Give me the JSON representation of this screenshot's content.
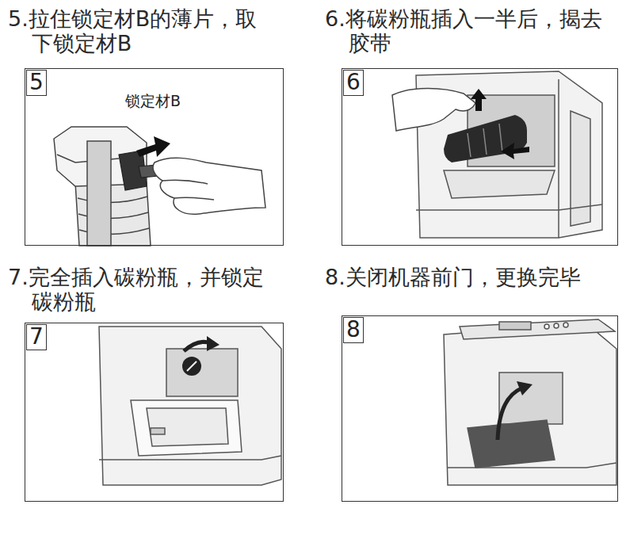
{
  "diagram": {
    "nodes": [
      {
        "text": [
          "5.拉住锁定材B的薄片，取下锁定材B"
        ]
      },
      {
        "text": [
          "5"
        ],
        "in": 0
      },
      {
        "text": [
          "6.将碳粉瓶插入一半后，揭去胶带"
        ]
      },
      {
        "text": [
          "6"
        ],
        "in": 2
      },
      {
        "text": [
          "7.完全插入碳粉瓶，并锁定碳粉瓶"
        ]
      },
      {
        "text": [
          "7"
        ],
        "in": 4
      },
      {
        "text": [
          "8.关闭机器前门，更换完毕"
        ]
      },
      {
        "text": [
          "8"
        ],
        "in": 6
      }
    ],
    "labels": [
      "锁定材B"
    ]
  }
}
